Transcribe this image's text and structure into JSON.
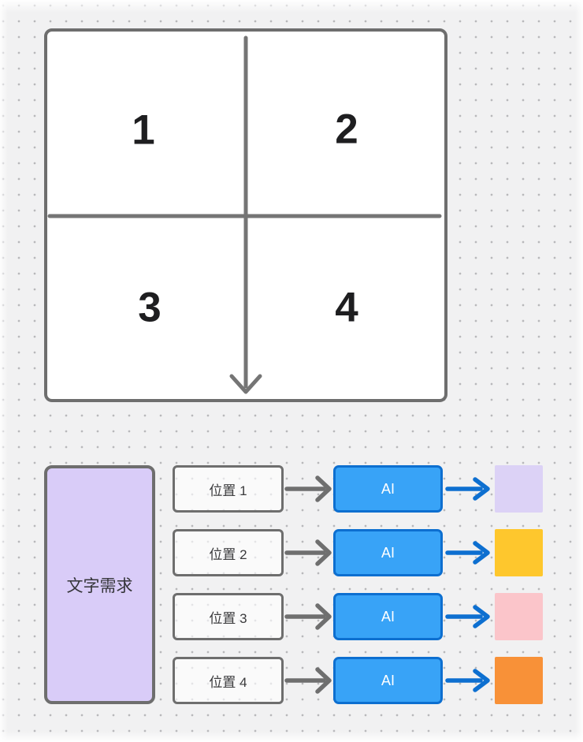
{
  "colors": {
    "background": "#F1F1F2",
    "dot": "#B7B7BA",
    "stroke_gray": "#6E6E6E",
    "line_gray": "#757575",
    "arrow_gray": "#6F6F6F",
    "ai_fill": "#38A3F7",
    "ai_border": "#0D6FD0",
    "arrow_blue": "#0D6FD0",
    "source_fill": "#D9CCF8"
  },
  "quadrant_chart": {
    "labels": [
      "1",
      "2",
      "3",
      "4"
    ]
  },
  "flow": {
    "source_label": "文字需求",
    "rows": [
      {
        "position_label": "位置 1",
        "ai_label": "AI",
        "swatch_color": "#DCD2F6",
        "swatch_name": "lavender"
      },
      {
        "position_label": "位置 2",
        "ai_label": "AI",
        "swatch_color": "#FEC72D",
        "swatch_name": "yellow"
      },
      {
        "position_label": "位置 3",
        "ai_label": "AI",
        "swatch_color": "#FBC5CA",
        "swatch_name": "pink"
      },
      {
        "position_label": "位置 4",
        "ai_label": "AI",
        "swatch_color": "#F89138",
        "swatch_name": "orange"
      }
    ]
  }
}
